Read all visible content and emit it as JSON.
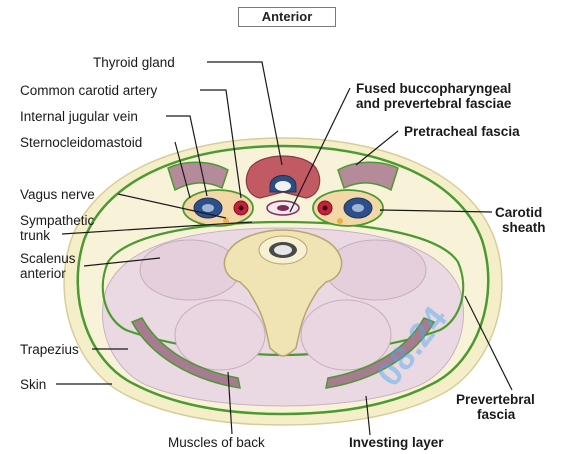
{
  "orientation_label": "Anterior",
  "colors": {
    "fascia": "#4c9a2f",
    "skin": "#f3ecc3",
    "muscle": "#b58a9b",
    "muscle_light": "#e8d5e0",
    "bone": "#efe1b0",
    "artery": "#c8203b",
    "vein": "#2f4f8a",
    "leader": "#1a1a1a"
  },
  "labels": {
    "thyroid_gland": "Thyroid gland",
    "common_carotid_artery": "Common carotid artery",
    "internal_jugular_vein": "Internal jugular vein",
    "sternocleidomastoid": "Sternocleidomastoid",
    "vagus_nerve": "Vagus nerve",
    "sympathetic_trunk_line1": "Sympathetic",
    "sympathetic_trunk_line2": "trunk",
    "scalenus_line1": "Scalenus",
    "scalenus_line2": "anterior",
    "trapezius": "Trapezius",
    "skin": "Skin",
    "muscles_of_back": "Muscles of back",
    "fused_line1": "Fused buccopharyngeal",
    "fused_line2": "and prevertebral fasciae",
    "pretracheal_fascia": "Pretracheal fascia",
    "carotid_line1": "Carotid",
    "carotid_line2": "sheath",
    "prevertebral_line1": "Prevertebral",
    "prevertebral_line2": "fascia",
    "investing_layer": "Investing layer"
  },
  "watermark": "08.24"
}
